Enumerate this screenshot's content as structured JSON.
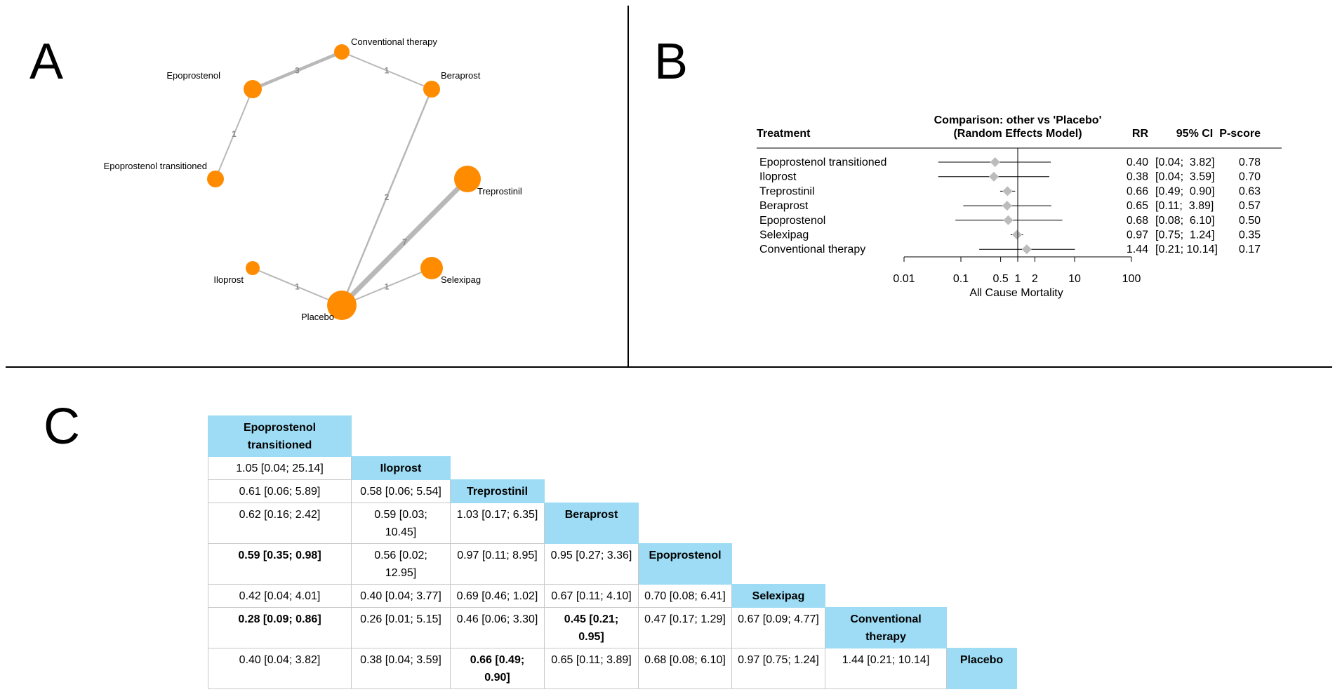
{
  "panels": {
    "a": "A",
    "b": "B",
    "c": "C"
  },
  "network": {
    "nodes": [
      {
        "id": "conv",
        "label": "Conventional therapy"
      },
      {
        "id": "epo",
        "label": "Epoprostenol"
      },
      {
        "id": "bera",
        "label": "Beraprost"
      },
      {
        "id": "epot",
        "label": "Epoprostenol transitioned"
      },
      {
        "id": "trep",
        "label": "Treprostinil"
      },
      {
        "id": "ilo",
        "label": "Iloprost"
      },
      {
        "id": "selx",
        "label": "Selexipag"
      },
      {
        "id": "plac",
        "label": "Placebo"
      }
    ],
    "edges": [
      {
        "from": "epo",
        "to": "conv",
        "label": "3"
      },
      {
        "from": "conv",
        "to": "bera",
        "label": "1"
      },
      {
        "from": "epo",
        "to": "epot",
        "label": "1"
      },
      {
        "from": "bera",
        "to": "plac",
        "label": "2"
      },
      {
        "from": "trep",
        "to": "plac",
        "label": "7"
      },
      {
        "from": "ilo",
        "to": "plac",
        "label": "1"
      },
      {
        "from": "selx",
        "to": "plac",
        "label": "1"
      }
    ]
  },
  "forest": {
    "headers": {
      "treatment": "Treatment",
      "comparison_line1": "Comparison: other vs 'Placebo'",
      "comparison_line2": "(Random Effects Model)",
      "rr": "RR",
      "ci": "95% CI",
      "pscore": "P-score"
    },
    "xlabel": "All Cause Mortality",
    "ticks": [
      "0.01",
      "0.1",
      "0.5",
      "1",
      "2",
      "10",
      "100"
    ],
    "rows": [
      {
        "treatment": "Epoprostenol transitioned",
        "rr": "0.40",
        "ci": "[0.04;  3.82]",
        "p": "0.78"
      },
      {
        "treatment": "Iloprost",
        "rr": "0.38",
        "ci": "[0.04;  3.59]",
        "p": "0.70"
      },
      {
        "treatment": "Treprostinil",
        "rr": "0.66",
        "ci": "[0.49;  0.90]",
        "p": "0.63"
      },
      {
        "treatment": "Beraprost",
        "rr": "0.65",
        "ci": "[0.11;  3.89]",
        "p": "0.57"
      },
      {
        "treatment": "Epoprostenol",
        "rr": "0.68",
        "ci": "[0.08;  6.10]",
        "p": "0.50"
      },
      {
        "treatment": "Selexipag",
        "rr": "0.97",
        "ci": "[0.75;  1.24]",
        "p": "0.35"
      },
      {
        "treatment": "Conventional therapy",
        "rr": "1.44",
        "ci": "[0.21; 10.14]",
        "p": "0.17"
      }
    ]
  },
  "chart_data": {
    "type": "scatter",
    "title": "Comparison: other vs 'Placebo' (Random Effects Model)",
    "xlabel": "All Cause Mortality",
    "xscale": "log",
    "xlim": [
      0.01,
      100
    ],
    "reference_line": 1,
    "categories": [
      "Epoprostenol transitioned",
      "Iloprost",
      "Treprostinil",
      "Beraprost",
      "Epoprostenol",
      "Selexipag",
      "Conventional therapy"
    ],
    "estimate": [
      0.4,
      0.38,
      0.66,
      0.65,
      0.68,
      0.97,
      1.44
    ],
    "lower": [
      0.04,
      0.04,
      0.49,
      0.11,
      0.08,
      0.75,
      0.21
    ],
    "upper": [
      3.82,
      3.59,
      0.9,
      3.89,
      6.1,
      1.24,
      10.14
    ],
    "p_score": [
      0.78,
      0.7,
      0.63,
      0.57,
      0.5,
      0.35,
      0.17
    ]
  },
  "league": {
    "rows": [
      [
        {
          "t": "Epoprostenol transitioned",
          "d": true
        }
      ],
      [
        {
          "t": "1.05 [0.04; 25.14]"
        },
        {
          "t": "Iloprost",
          "d": true
        }
      ],
      [
        {
          "t": "0.61 [0.06; 5.89]"
        },
        {
          "t": "0.58 [0.06; 5.54]"
        },
        {
          "t": "Treprostinil",
          "d": true
        }
      ],
      [
        {
          "t": "0.62 [0.16; 2.42]"
        },
        {
          "t": "0.59 [0.03; 10.45]"
        },
        {
          "t": "1.03 [0.17; 6.35]"
        },
        {
          "t": "Beraprost",
          "d": true
        }
      ],
      [
        {
          "t": "0.59 [0.35; 0.98]",
          "b": true
        },
        {
          "t": "0.56 [0.02; 12.95]"
        },
        {
          "t": "0.97 [0.11; 8.95]"
        },
        {
          "t": "0.95 [0.27; 3.36]"
        },
        {
          "t": "Epoprostenol",
          "d": true
        }
      ],
      [
        {
          "t": "0.42 [0.04; 4.01]"
        },
        {
          "t": "0.40 [0.04; 3.77]"
        },
        {
          "t": "0.69 [0.46; 1.02]"
        },
        {
          "t": "0.67 [0.11; 4.10]"
        },
        {
          "t": "0.70 [0.08; 6.41]"
        },
        {
          "t": "Selexipag",
          "d": true
        }
      ],
      [
        {
          "t": "0.28 [0.09; 0.86]",
          "b": true
        },
        {
          "t": "0.26 [0.01; 5.15]"
        },
        {
          "t": "0.46 [0.06; 3.30]"
        },
        {
          "t": "0.45 [0.21; 0.95]",
          "b": true
        },
        {
          "t": "0.47 [0.17; 1.29]"
        },
        {
          "t": "0.67 [0.09; 4.77]"
        },
        {
          "t": "Conventional therapy",
          "d": true
        }
      ],
      [
        {
          "t": "0.40 [0.04; 3.82]"
        },
        {
          "t": "0.38 [0.04; 3.59]"
        },
        {
          "t": "0.66 [0.49; 0.90]",
          "b": true
        },
        {
          "t": "0.65 [0.11; 3.89]"
        },
        {
          "t": "0.68 [0.08; 6.10]"
        },
        {
          "t": "0.97 [0.75; 1.24]"
        },
        {
          "t": "1.44 [0.21; 10.14]"
        },
        {
          "t": "Placebo",
          "d": true
        }
      ]
    ]
  }
}
